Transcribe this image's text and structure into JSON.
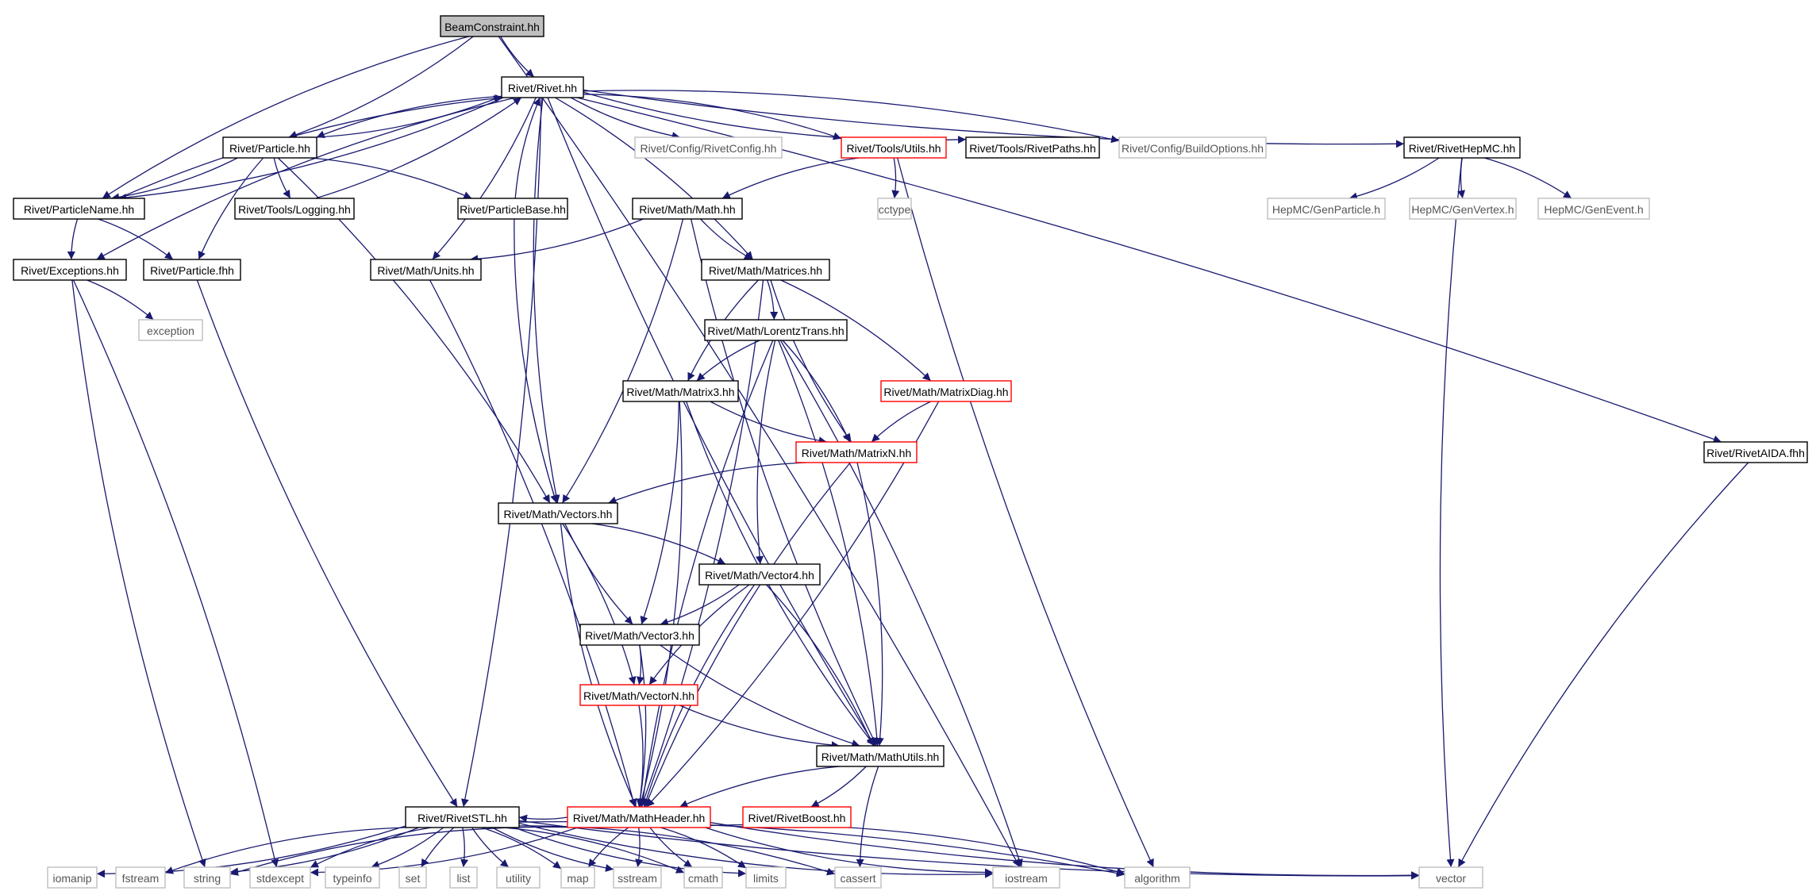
{
  "diagram": {
    "title": "",
    "colors": {
      "edge": "#191970",
      "border_normal": "#000000",
      "border_truncated": "#ff0000",
      "border_external": "#bfbfbf",
      "fill_root": "#bfbfbf",
      "fill_normal": "#ffffff",
      "text_normal": "#000000",
      "text_external": "#555555"
    },
    "nodes": [
      {
        "id": "beam",
        "label": "BeamConstraint.hh",
        "kind": "root"
      },
      {
        "id": "rivet",
        "label": "Rivet/Rivet.hh",
        "kind": "normal"
      },
      {
        "id": "particle",
        "label": "Rivet/Particle.hh",
        "kind": "normal"
      },
      {
        "id": "cfg",
        "label": "Rivet/Config/RivetConfig.hh",
        "kind": "external"
      },
      {
        "id": "utils",
        "label": "Rivet/Tools/Utils.hh",
        "kind": "truncated"
      },
      {
        "id": "paths",
        "label": "Rivet/Tools/RivetPaths.hh",
        "kind": "normal"
      },
      {
        "id": "buildopt",
        "label": "Rivet/Config/BuildOptions.hh",
        "kind": "external"
      },
      {
        "id": "hepmc",
        "label": "Rivet/RivetHepMC.hh",
        "kind": "normal"
      },
      {
        "id": "pname",
        "label": "Rivet/ParticleName.hh",
        "kind": "normal"
      },
      {
        "id": "logging",
        "label": "Rivet/Tools/Logging.hh",
        "kind": "normal"
      },
      {
        "id": "pbase",
        "label": "Rivet/ParticleBase.hh",
        "kind": "normal"
      },
      {
        "id": "mathhh",
        "label": "Rivet/Math/Math.hh",
        "kind": "normal"
      },
      {
        "id": "cctype",
        "label": "cctype",
        "kind": "external"
      },
      {
        "id": "genp",
        "label": "HepMC/GenParticle.h",
        "kind": "external"
      },
      {
        "id": "genv",
        "label": "HepMC/GenVertex.h",
        "kind": "external"
      },
      {
        "id": "gene",
        "label": "HepMC/GenEvent.h",
        "kind": "external"
      },
      {
        "id": "exc",
        "label": "Rivet/Exceptions.hh",
        "kind": "normal"
      },
      {
        "id": "pfhh",
        "label": "Rivet/Particle.fhh",
        "kind": "normal"
      },
      {
        "id": "units",
        "label": "Rivet/Math/Units.hh",
        "kind": "normal"
      },
      {
        "id": "matrices",
        "label": "Rivet/Math/Matrices.hh",
        "kind": "normal"
      },
      {
        "id": "exception",
        "label": "exception",
        "kind": "external"
      },
      {
        "id": "lorentz",
        "label": "Rivet/Math/LorentzTrans.hh",
        "kind": "normal"
      },
      {
        "id": "matrix3",
        "label": "Rivet/Math/Matrix3.hh",
        "kind": "normal"
      },
      {
        "id": "matdiag",
        "label": "Rivet/Math/MatrixDiag.hh",
        "kind": "truncated"
      },
      {
        "id": "matN",
        "label": "Rivet/Math/MatrixN.hh",
        "kind": "truncated"
      },
      {
        "id": "aida",
        "label": "Rivet/RivetAIDA.fhh",
        "kind": "normal"
      },
      {
        "id": "vectors",
        "label": "Rivet/Math/Vectors.hh",
        "kind": "normal"
      },
      {
        "id": "vec4",
        "label": "Rivet/Math/Vector4.hh",
        "kind": "normal"
      },
      {
        "id": "vec3",
        "label": "Rivet/Math/Vector3.hh",
        "kind": "normal"
      },
      {
        "id": "vecN",
        "label": "Rivet/Math/VectorN.hh",
        "kind": "truncated"
      },
      {
        "id": "mutils",
        "label": "Rivet/Math/MathUtils.hh",
        "kind": "normal"
      },
      {
        "id": "stl",
        "label": "Rivet/RivetSTL.hh",
        "kind": "normal"
      },
      {
        "id": "mheader",
        "label": "Rivet/Math/MathHeader.hh",
        "kind": "truncated"
      },
      {
        "id": "boost",
        "label": "Rivet/RivetBoost.hh",
        "kind": "truncated"
      },
      {
        "id": "iomanip",
        "label": "iomanip",
        "kind": "external"
      },
      {
        "id": "fstream",
        "label": "fstream",
        "kind": "external"
      },
      {
        "id": "string",
        "label": "string",
        "kind": "external"
      },
      {
        "id": "stdexcept",
        "label": "stdexcept",
        "kind": "external"
      },
      {
        "id": "typeinfo",
        "label": "typeinfo",
        "kind": "external"
      },
      {
        "id": "set",
        "label": "set",
        "kind": "external"
      },
      {
        "id": "list",
        "label": "list",
        "kind": "external"
      },
      {
        "id": "utility",
        "label": "utility",
        "kind": "external"
      },
      {
        "id": "map",
        "label": "map",
        "kind": "external"
      },
      {
        "id": "sstream",
        "label": "sstream",
        "kind": "external"
      },
      {
        "id": "cmath",
        "label": "cmath",
        "kind": "external"
      },
      {
        "id": "limits",
        "label": "limits",
        "kind": "external"
      },
      {
        "id": "cassert",
        "label": "cassert",
        "kind": "external"
      },
      {
        "id": "iostream",
        "label": "iostream",
        "kind": "external"
      },
      {
        "id": "algorithm",
        "label": "algorithm",
        "kind": "external"
      },
      {
        "id": "vector",
        "label": "vector",
        "kind": "external"
      }
    ],
    "edges": [
      [
        "beam",
        "rivet"
      ],
      [
        "beam",
        "particle"
      ],
      [
        "beam",
        "pname"
      ],
      [
        "beam",
        "iostream"
      ],
      [
        "rivet",
        "cfg"
      ],
      [
        "rivet",
        "utils"
      ],
      [
        "rivet",
        "paths"
      ],
      [
        "rivet",
        "buildopt"
      ],
      [
        "rivet",
        "hepmc"
      ],
      [
        "rivet",
        "aida"
      ],
      [
        "rivet",
        "particle"
      ],
      [
        "rivet",
        "pname"
      ],
      [
        "rivet",
        "exc"
      ],
      [
        "rivet",
        "units"
      ],
      [
        "rivet",
        "vectors"
      ],
      [
        "rivet",
        "matrices"
      ],
      [
        "rivet",
        "mutils"
      ],
      [
        "rivet",
        "stl"
      ],
      [
        "particle",
        "rivet"
      ],
      [
        "particle",
        "pname"
      ],
      [
        "particle",
        "logging"
      ],
      [
        "particle",
        "pbase"
      ],
      [
        "particle",
        "pfhh"
      ],
      [
        "particle",
        "vectors"
      ],
      [
        "logging",
        "rivet"
      ],
      [
        "pbase",
        "rivet"
      ],
      [
        "pbase",
        "vectors"
      ],
      [
        "pname",
        "rivet"
      ],
      [
        "pname",
        "exc"
      ],
      [
        "pname",
        "pfhh"
      ],
      [
        "utils",
        "mathhh"
      ],
      [
        "utils",
        "cctype"
      ],
      [
        "utils",
        "algorithm"
      ],
      [
        "hepmc",
        "genp"
      ],
      [
        "hepmc",
        "genv"
      ],
      [
        "hepmc",
        "gene"
      ],
      [
        "hepmc",
        "vector"
      ],
      [
        "mathhh",
        "units"
      ],
      [
        "mathhh",
        "matrices"
      ],
      [
        "mathhh",
        "vectors"
      ],
      [
        "mathhh",
        "mutils"
      ],
      [
        "exc",
        "exception"
      ],
      [
        "exc",
        "string"
      ],
      [
        "exc",
        "stdexcept"
      ],
      [
        "pfhh",
        "stl"
      ],
      [
        "units",
        "mheader"
      ],
      [
        "aida",
        "vector"
      ],
      [
        "matrices",
        "lorentz"
      ],
      [
        "matrices",
        "matrix3"
      ],
      [
        "matrices",
        "matdiag"
      ],
      [
        "matrices",
        "matN"
      ],
      [
        "matrices",
        "mheader"
      ],
      [
        "lorentz",
        "matrix3"
      ],
      [
        "lorentz",
        "matN"
      ],
      [
        "lorentz",
        "vec4"
      ],
      [
        "lorentz",
        "mutils"
      ],
      [
        "lorentz",
        "mheader"
      ],
      [
        "lorentz",
        "iostream"
      ],
      [
        "matrix3",
        "matN"
      ],
      [
        "matrix3",
        "vec3"
      ],
      [
        "matrix3",
        "mutils"
      ],
      [
        "matrix3",
        "mheader"
      ],
      [
        "matdiag",
        "matN"
      ],
      [
        "matdiag",
        "mheader"
      ],
      [
        "matN",
        "vectors"
      ],
      [
        "matN",
        "mutils"
      ],
      [
        "matN",
        "mheader"
      ],
      [
        "vectors",
        "vec4"
      ],
      [
        "vectors",
        "vec3"
      ],
      [
        "vectors",
        "vecN"
      ],
      [
        "vectors",
        "mheader"
      ],
      [
        "vec4",
        "vec3"
      ],
      [
        "vec4",
        "vecN"
      ],
      [
        "vec4",
        "mutils"
      ],
      [
        "vec4",
        "mheader"
      ],
      [
        "vec3",
        "vecN"
      ],
      [
        "vec3",
        "mutils"
      ],
      [
        "vec3",
        "mheader"
      ],
      [
        "vecN",
        "mutils"
      ],
      [
        "vecN",
        "mheader"
      ],
      [
        "mutils",
        "mheader"
      ],
      [
        "mutils",
        "boost"
      ],
      [
        "mutils",
        "cassert"
      ],
      [
        "stl",
        "iomanip"
      ],
      [
        "stl",
        "fstream"
      ],
      [
        "stl",
        "string"
      ],
      [
        "stl",
        "stdexcept"
      ],
      [
        "stl",
        "typeinfo"
      ],
      [
        "stl",
        "set"
      ],
      [
        "stl",
        "list"
      ],
      [
        "stl",
        "utility"
      ],
      [
        "stl",
        "map"
      ],
      [
        "stl",
        "sstream"
      ],
      [
        "stl",
        "cmath"
      ],
      [
        "stl",
        "limits"
      ],
      [
        "stl",
        "cassert"
      ],
      [
        "stl",
        "iostream"
      ],
      [
        "stl",
        "algorithm"
      ],
      [
        "stl",
        "vector"
      ],
      [
        "mheader",
        "stl"
      ],
      [
        "mheader",
        "string"
      ],
      [
        "mheader",
        "stdexcept"
      ],
      [
        "mheader",
        "map"
      ],
      [
        "mheader",
        "sstream"
      ],
      [
        "mheader",
        "cmath"
      ],
      [
        "mheader",
        "limits"
      ],
      [
        "mheader",
        "iostream"
      ],
      [
        "mheader",
        "algorithm"
      ],
      [
        "mheader",
        "vector"
      ]
    ]
  }
}
